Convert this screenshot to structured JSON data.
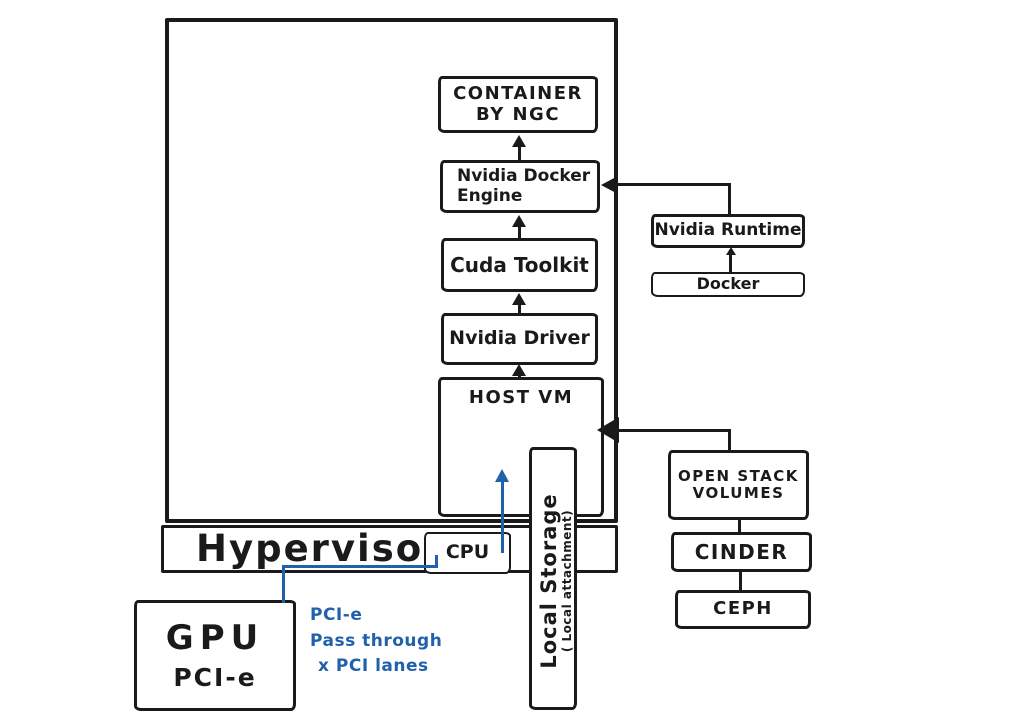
{
  "colors": {
    "ink": "#1a1a1a",
    "blue": "#2161ac",
    "background": "#ffffff"
  },
  "diagram": {
    "center_stack": {
      "container_ngc": {
        "line1": "CONTAINER",
        "line2": "BY NGC"
      },
      "nvidia_docker_engine": {
        "line1": "Nvidia Docker",
        "line2": "Engine"
      },
      "cuda_toolkit": {
        "label": "Cuda Toolkit"
      },
      "nvidia_driver": {
        "label": "Nvidia Driver"
      },
      "host_vm": {
        "label": "HOST VM"
      }
    },
    "platform": {
      "hypervisor": {
        "label": "Hypervisor"
      },
      "cpu": {
        "label": "CPU"
      },
      "gpu": {
        "line1": "GPU",
        "line2": "PCI-e"
      },
      "local_storage": {
        "line1": "Local Storage",
        "line2": "( Local attachment)"
      }
    },
    "docker_column": {
      "nvidia_runtime": {
        "label": "Nvidia Runtime"
      },
      "docker": {
        "label": "Docker"
      }
    },
    "storage_column": {
      "openstack_volumes": {
        "line1": "OPEN STACK",
        "line2": "VOLUMES"
      },
      "cinder": {
        "label": "CINDER"
      },
      "ceph": {
        "label": "CEPH"
      }
    },
    "annotation": {
      "line1": "PCI-e",
      "line2": "Pass through",
      "line3": "x PCI lanes"
    }
  }
}
